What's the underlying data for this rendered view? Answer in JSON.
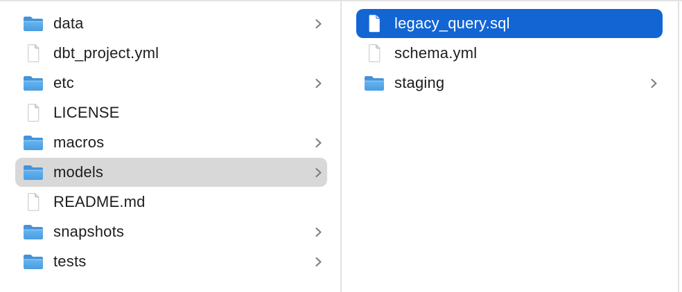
{
  "window": {
    "type": "finder-column-view"
  },
  "colors": {
    "background": "#ffffff",
    "selection_blue": "#1265d3",
    "selection_gray": "#d8d8d8",
    "text": "#1d1d1f",
    "text_selected": "#ffffff",
    "divider": "#e3e3e3",
    "chevron": "#7d7d81",
    "folder_back": "#4692d8",
    "folder_front_top": "#66b5ef",
    "folder_front_bottom": "#4a9de2"
  },
  "columns": [
    {
      "name": "parent-column",
      "items": [
        {
          "label": "data",
          "icon": "folder-icon",
          "chevron": true,
          "selected": "none"
        },
        {
          "label": "dbt_project.yml",
          "icon": "document-icon",
          "chevron": false,
          "selected": "none"
        },
        {
          "label": "etc",
          "icon": "folder-icon",
          "chevron": true,
          "selected": "none"
        },
        {
          "label": "LICENSE",
          "icon": "document-icon",
          "chevron": false,
          "selected": "none"
        },
        {
          "label": "macros",
          "icon": "folder-icon",
          "chevron": true,
          "selected": "none"
        },
        {
          "label": "models",
          "icon": "folder-icon",
          "chevron": true,
          "selected": "gray"
        },
        {
          "label": "README.md",
          "icon": "document-icon",
          "chevron": false,
          "selected": "none"
        },
        {
          "label": "snapshots",
          "icon": "folder-icon",
          "chevron": true,
          "selected": "none"
        },
        {
          "label": "tests",
          "icon": "folder-icon",
          "chevron": true,
          "selected": "none"
        }
      ]
    },
    {
      "name": "current-column",
      "items": [
        {
          "label": "legacy_query.sql",
          "icon": "document-icon",
          "chevron": false,
          "selected": "blue"
        },
        {
          "label": "schema.yml",
          "icon": "document-icon",
          "chevron": false,
          "selected": "none"
        },
        {
          "label": "staging",
          "icon": "folder-icon",
          "chevron": true,
          "selected": "none"
        }
      ]
    }
  ]
}
